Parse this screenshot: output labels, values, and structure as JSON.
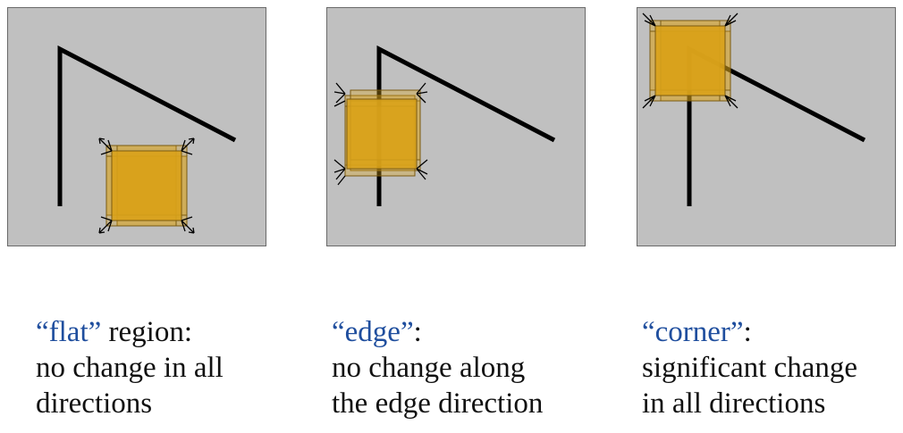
{
  "colors": {
    "panel_background": "#c0c0c0",
    "window_fill": "#d9a21a",
    "window_stroke": "#7a5a10",
    "shape_line": "#000000",
    "term_text": "#1f4e9e",
    "body_text": "#111111"
  },
  "panels": [
    {
      "id": "flat",
      "caption": {
        "term": "“flat”",
        "after_term": " region:",
        "lines": [
          "no change in all",
          "directions"
        ]
      }
    },
    {
      "id": "edge",
      "caption": {
        "term": "“edge”",
        "after_term": ":",
        "lines": [
          "no change along",
          "the edge direction"
        ]
      }
    },
    {
      "id": "corner",
      "caption": {
        "term": "“corner”",
        "after_term": ":",
        "lines": [
          "significant change",
          "in all directions"
        ]
      }
    }
  ]
}
